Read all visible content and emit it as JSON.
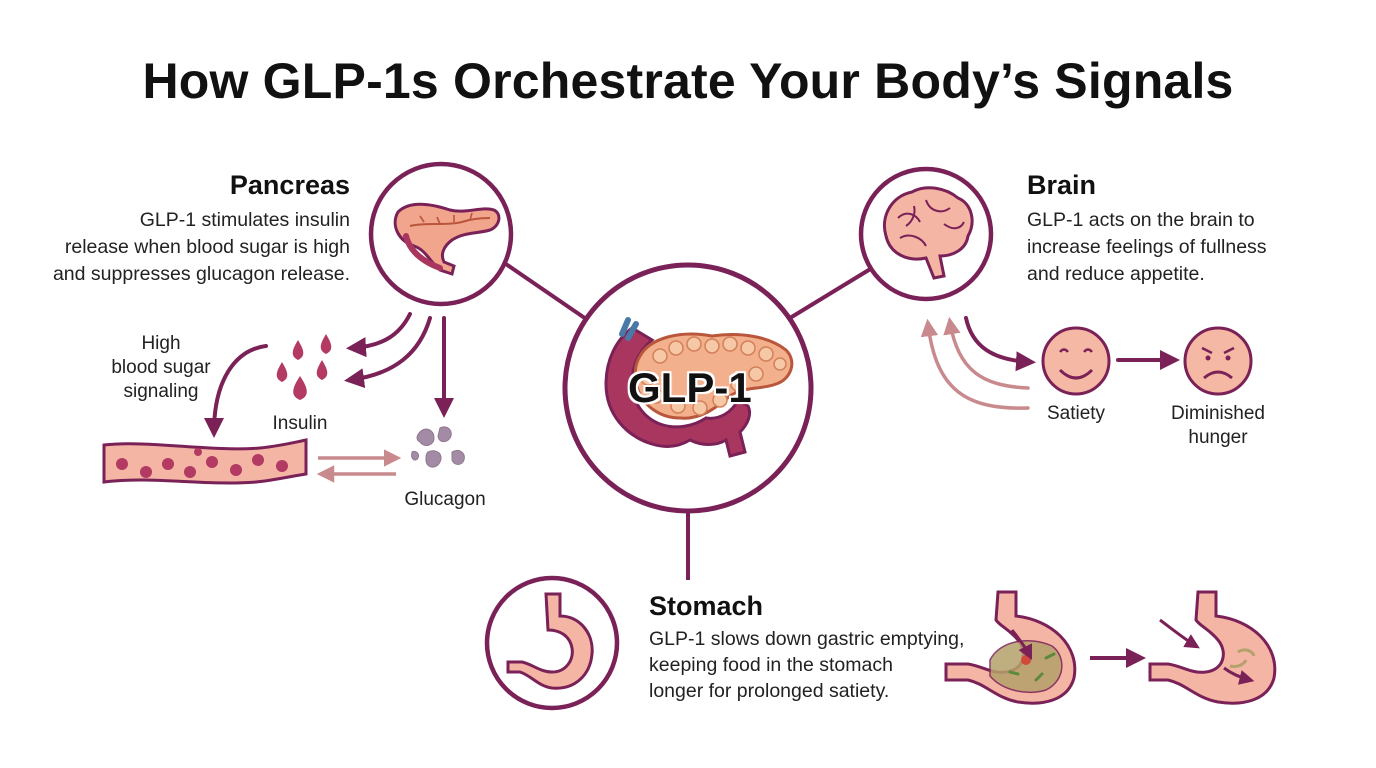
{
  "title": "How GLP-1s Orchestrate Your Body’s Signals",
  "center": {
    "label": "GLP-1"
  },
  "pancreas": {
    "heading": "Pancreas",
    "lines": [
      "GLP-1 stimulates insulin",
      "release when blood sugar is high",
      "and suppresses glucagon release."
    ],
    "signal_label": [
      "High",
      "blood sugar",
      "signaling"
    ],
    "insulin_label": "Insulin",
    "glucagon_label": "Glucagon"
  },
  "brain": {
    "heading": "Brain",
    "lines": [
      "GLP-1 acts on the brain to",
      "increase feelings of fullness",
      "and reduce appetite."
    ],
    "satiety_label": "Satiety",
    "hunger_label": [
      "Diminished",
      "hunger"
    ]
  },
  "stomach": {
    "heading": "Stomach",
    "lines": [
      "GLP-1 slows down gastric emptying,",
      "keeping food in the stomach",
      "longer for prolonged satiety."
    ]
  },
  "colors": {
    "outline": "#7a2157",
    "light_arrow": "#c98a8e",
    "organ_fill": "#f4b5a5",
    "pancreas_fill": "#f0a58c",
    "face_fill": "#f5b8a4",
    "blood_cell": "#b23a63"
  }
}
